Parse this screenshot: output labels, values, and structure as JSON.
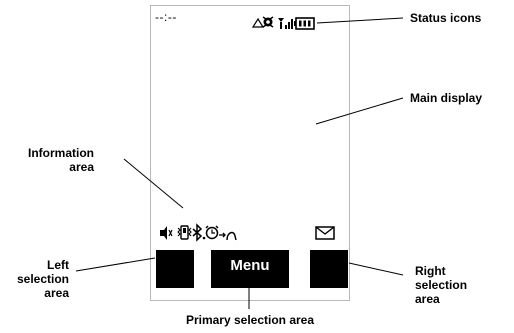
{
  "screen": {
    "clock": "--:--",
    "menu_label": "Menu"
  },
  "labels": {
    "status_icons": "Status icons",
    "main_display": "Main display",
    "information_area": [
      "Information",
      "area"
    ],
    "left_selection_area": [
      "Left",
      "selection",
      "area"
    ],
    "right_selection_area": [
      "Right",
      "selection",
      "area"
    ],
    "primary_selection_area": "Primary selection area"
  },
  "icons": {
    "status": [
      "alarm-triangle-icon",
      "settings-icon",
      "antenna-icon",
      "signal-bars-icon",
      "battery-icon"
    ],
    "info": [
      "speaker-muted-icon",
      "vibrate-icon",
      "bluetooth-icon",
      "alarm-clock-icon",
      "call-forward-icon",
      "envelope-icon"
    ]
  }
}
